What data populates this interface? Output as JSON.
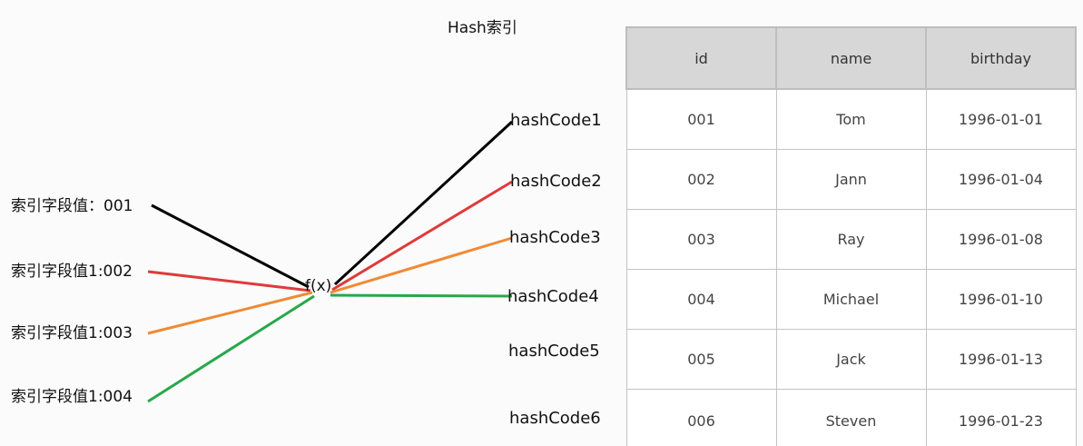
{
  "title": "Hash索引",
  "function_label": "f(x)",
  "keys": [
    {
      "label": "索引字段值：001",
      "color": "#000000"
    },
    {
      "label": "索引字段值1:002",
      "color": "#e03a3a"
    },
    {
      "label": "索引字段值1:003",
      "color": "#f08a35"
    },
    {
      "label": "索引字段值1:004",
      "color": "#27a84a"
    }
  ],
  "hash_codes": [
    {
      "label": "hashCode1",
      "color": "#000000"
    },
    {
      "label": "hashCode2",
      "color": "#e03a3a"
    },
    {
      "label": "hashCode3",
      "color": "#f08a35"
    },
    {
      "label": "hashCode4",
      "color": "#27a84a"
    },
    {
      "label": "hashCode5"
    },
    {
      "label": "hashCode6"
    }
  ],
  "table": {
    "headers": [
      "id",
      "name",
      "birthday"
    ],
    "rows": [
      [
        "001",
        "Tom",
        "1996-01-01"
      ],
      [
        "002",
        "Jann",
        "1996-01-04"
      ],
      [
        "003",
        "Ray",
        "1996-01-08"
      ],
      [
        "004",
        "Michael",
        "1996-01-10"
      ],
      [
        "005",
        "Jack",
        "1996-01-13"
      ],
      [
        "006",
        "Steven",
        "1996-01-23"
      ]
    ]
  }
}
